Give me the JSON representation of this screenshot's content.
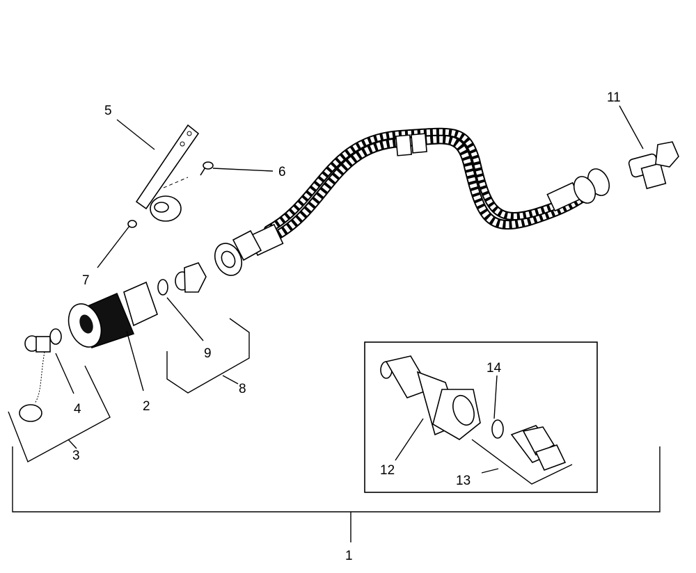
{
  "diagram": {
    "callouts": {
      "c1": "1",
      "c2": "2",
      "c3": "3",
      "c4": "4",
      "c5": "5",
      "c6": "6",
      "c7": "7",
      "c8": "8",
      "c9": "9",
      "c11": "11",
      "c12": "12",
      "c13": "13",
      "c14": "14"
    }
  }
}
